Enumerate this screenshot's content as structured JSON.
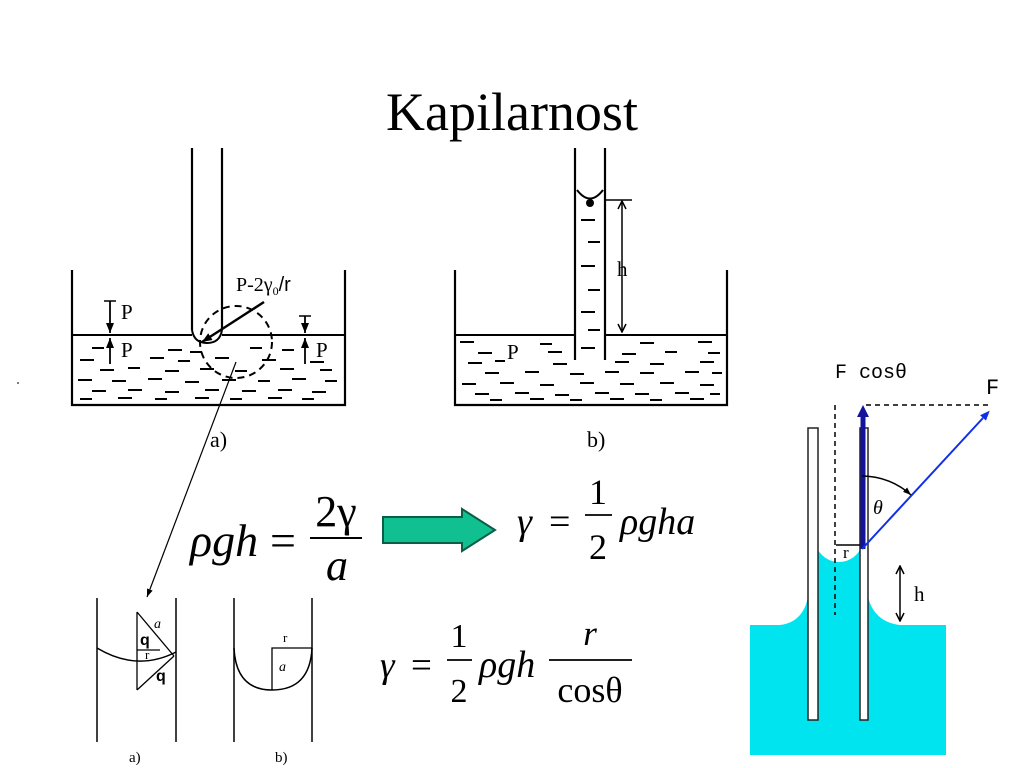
{
  "slide": {
    "title": "Kapilarnost"
  },
  "diagram_top_a": {
    "pressure_label_upper_left": "P",
    "pressure_label_lower_left": "P",
    "pressure_label_right": "P",
    "meniscus_pressure_label": {
      "main": "P-2γ",
      "subscript": "0",
      "suffix": "/r"
    },
    "caption": "a)"
  },
  "diagram_top_b": {
    "height_label": "h",
    "pressure_label": "P",
    "caption": "b)"
  },
  "formulas": {
    "jurin": {
      "lhs": "ρgh",
      "op": "=",
      "numerator": "2γ",
      "denominator": "a"
    },
    "surface_tension": {
      "lhs": "γ",
      "op": "=",
      "coef_numerator": "1",
      "coef_denominator": "2",
      "rhs": "ρgha"
    },
    "surface_tension_angle": {
      "lhs": "γ",
      "op": "=",
      "coef_numerator": "1",
      "coef_denominator": "2",
      "rhs": "ρgh",
      "numerator": "r",
      "denominator": "cosθ"
    }
  },
  "diagram_bottom_a": {
    "label_a": "a",
    "label_q_upper": "q",
    "label_r": "r",
    "label_q_lower": "q",
    "caption": "a)"
  },
  "diagram_bottom_b": {
    "label_r": "r",
    "label_a": "a",
    "caption": "b)"
  },
  "diagram_right": {
    "vertical_force_label": "F cosθ",
    "force_label": "F",
    "angle_label": "θ",
    "radius_label": "r",
    "height_label": "h"
  },
  "colors": {
    "liquid": "#00E4F0",
    "arrow_fill": "#10C090",
    "arrow_outline": "#0A5E48",
    "vertical_force": "#14149B",
    "force": "#1030E8",
    "angle_label": "#E00000"
  }
}
